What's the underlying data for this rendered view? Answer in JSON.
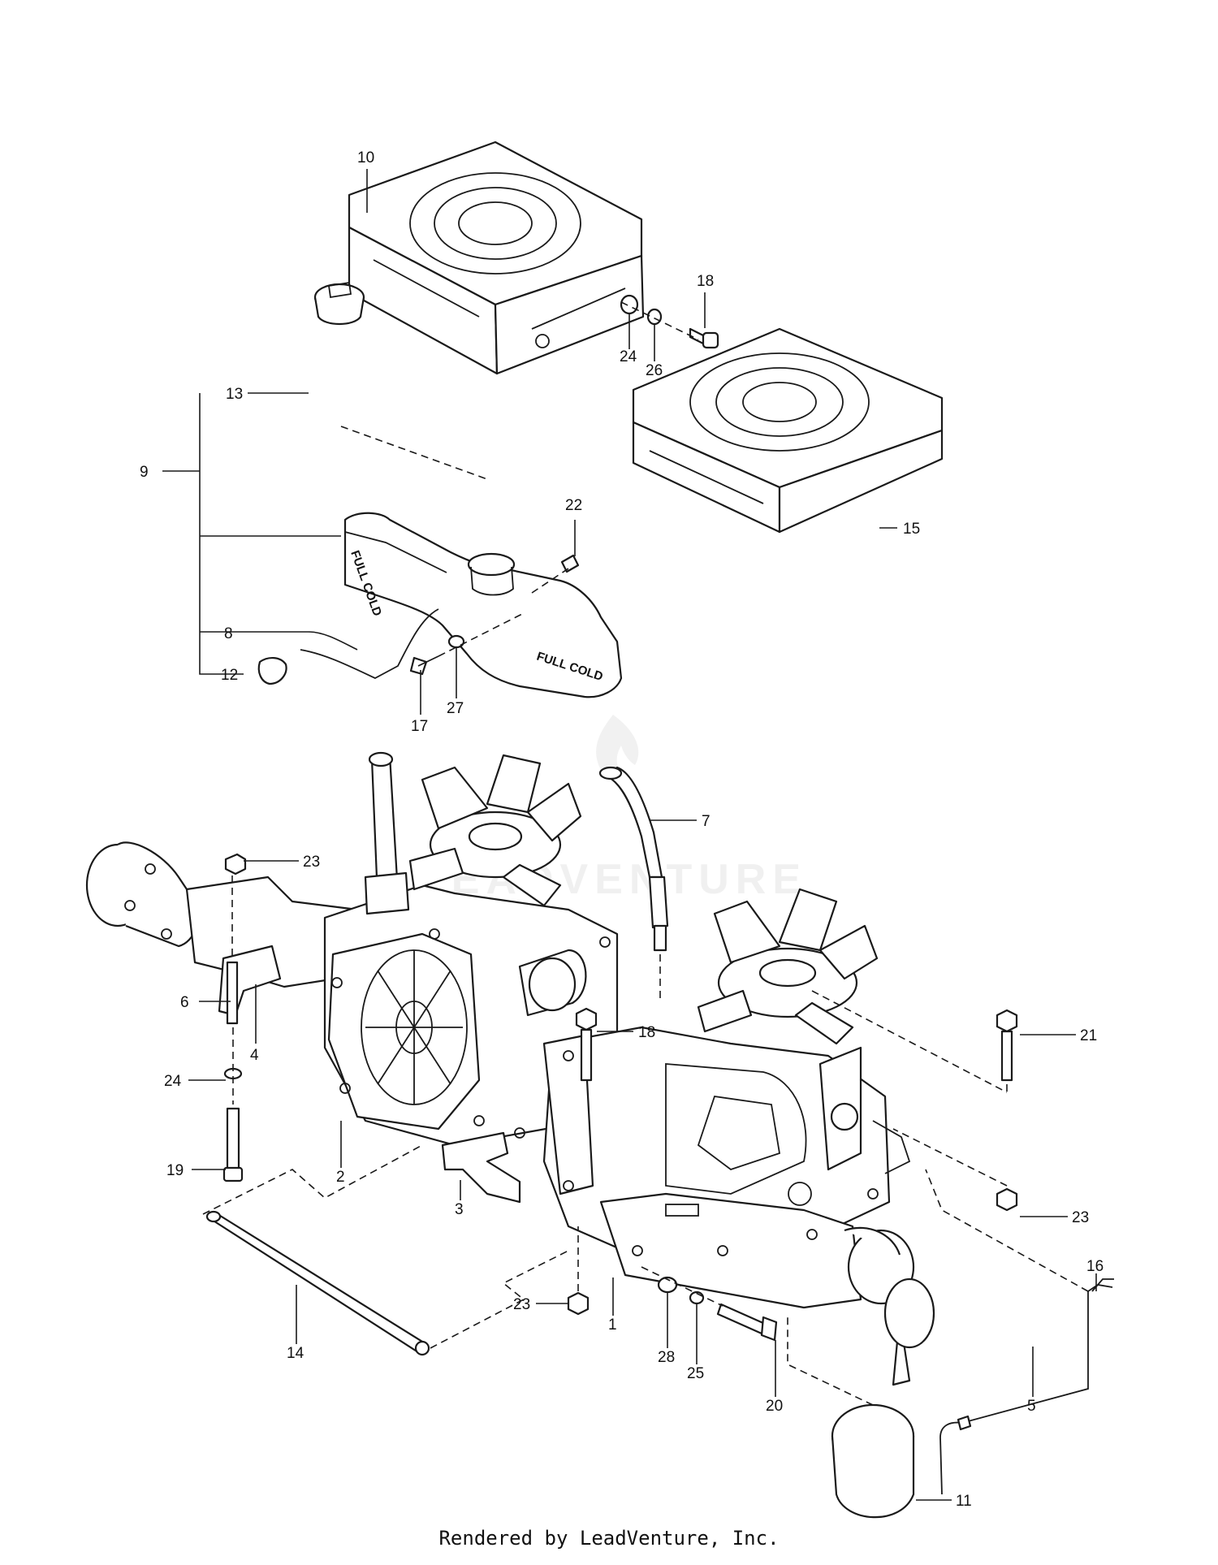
{
  "footer": "Rendered by LeadVenture, Inc.",
  "watermark_text": "LEADVENTURE",
  "reservoir_labels": {
    "upper": "FULL COLD",
    "lower": "FULL COLD"
  },
  "callouts": [
    {
      "id": "c10",
      "text": "10"
    },
    {
      "id": "c18a",
      "text": "18"
    },
    {
      "id": "c24a",
      "text": "24"
    },
    {
      "id": "c26",
      "text": "26"
    },
    {
      "id": "c13",
      "text": "13"
    },
    {
      "id": "c9",
      "text": "9"
    },
    {
      "id": "c22",
      "text": "22"
    },
    {
      "id": "c15",
      "text": "15"
    },
    {
      "id": "c8",
      "text": "8"
    },
    {
      "id": "c12",
      "text": "12"
    },
    {
      "id": "c17",
      "text": "17"
    },
    {
      "id": "c27",
      "text": "27"
    },
    {
      "id": "c7",
      "text": "7"
    },
    {
      "id": "c23a",
      "text": "23"
    },
    {
      "id": "c6",
      "text": "6"
    },
    {
      "id": "c4",
      "text": "4"
    },
    {
      "id": "c18b",
      "text": "18"
    },
    {
      "id": "c21",
      "text": "21"
    },
    {
      "id": "c24b",
      "text": "24"
    },
    {
      "id": "c19",
      "text": "19"
    },
    {
      "id": "c2",
      "text": "2"
    },
    {
      "id": "c3",
      "text": "3"
    },
    {
      "id": "c23b",
      "text": "23"
    },
    {
      "id": "c16",
      "text": "16"
    },
    {
      "id": "c14",
      "text": "14"
    },
    {
      "id": "c23c",
      "text": "23"
    },
    {
      "id": "c1",
      "text": "1"
    },
    {
      "id": "c28",
      "text": "28"
    },
    {
      "id": "c25",
      "text": "25"
    },
    {
      "id": "c5",
      "text": "5"
    },
    {
      "id": "c20",
      "text": "20"
    },
    {
      "id": "c11",
      "text": "11"
    }
  ]
}
